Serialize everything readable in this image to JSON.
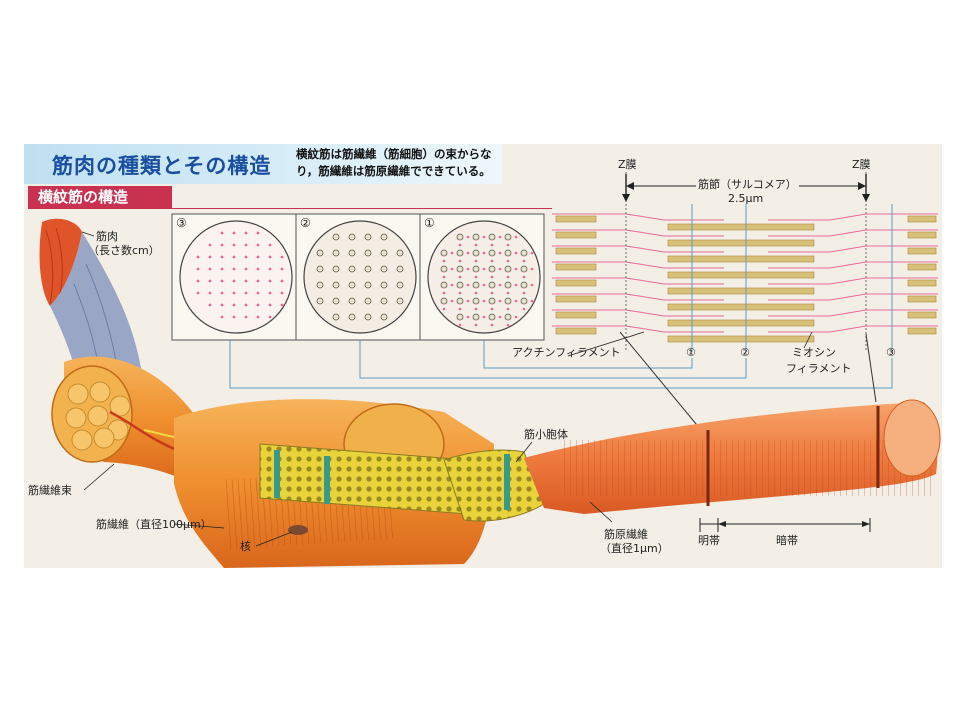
{
  "title": "筋肉の種類とその構造",
  "description": {
    "line1": "横紋筋は筋繊維（筋細胞）の束からな",
    "line2": "り，筋繊維は筋原繊維でできている。"
  },
  "section_tag": "横紋筋の構造",
  "cross_sections": [
    {
      "number": "③"
    },
    {
      "number": "②"
    },
    {
      "number": "①"
    }
  ],
  "sarcomere": {
    "z_left": "Z膜",
    "z_right": "Z膜",
    "span_label": "筋節（サルコメア）",
    "length": "2.5μm",
    "actin": "アクチンフィラメント",
    "myosin_1": "ミオシン",
    "myosin_2": "フィラメント",
    "marker_1": "①",
    "marker_2": "②",
    "marker_3": "③"
  },
  "labels": {
    "muscle": "筋肉",
    "muscle_length": "（長さ数cm）",
    "fiber_bundle": "筋繊維束",
    "fiber": "筋繊維（直径100μm）",
    "nucleus": "核",
    "sarcoplasmic": "筋小胞体",
    "myofibril_1": "筋原繊維",
    "myofibril_2": "（直径1μm）",
    "light_band": "明帯",
    "dark_band": "暗帯"
  },
  "colors": {
    "title": "#1a4fa0",
    "tag": "#c8314f",
    "muscle": "#e8882a",
    "actin": "#e86a9a",
    "myosin": "#d8c07a",
    "leader": "#5a9fc8"
  }
}
